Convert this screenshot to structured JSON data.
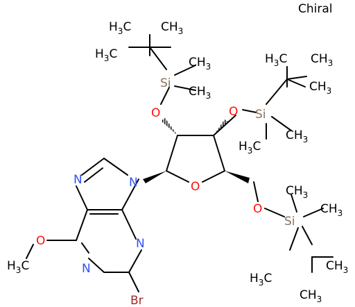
{
  "annotation": "Chiral",
  "colors": {
    "carbon": "#000000",
    "oxygen": "#ff0d0d",
    "nitrogen": "#3050f8",
    "silicon": "#8b6e57",
    "bromine": "#a62929"
  },
  "labels": {
    "o_tbs2": "O",
    "o_tbs3": "O",
    "o_tbs5": "O",
    "o_ring": "O",
    "o_methoxy": "O",
    "si_top": "Si",
    "si_right": "Si",
    "si_bottom": "Si",
    "n9": "N",
    "n7": "N",
    "n1": "N",
    "n3": "N",
    "br": "Br",
    "ch3_main": "CH",
    "ch3_sub": "3",
    "h3c_main": "H",
    "h3c_sub": "3",
    "h3c_tail": "C"
  }
}
